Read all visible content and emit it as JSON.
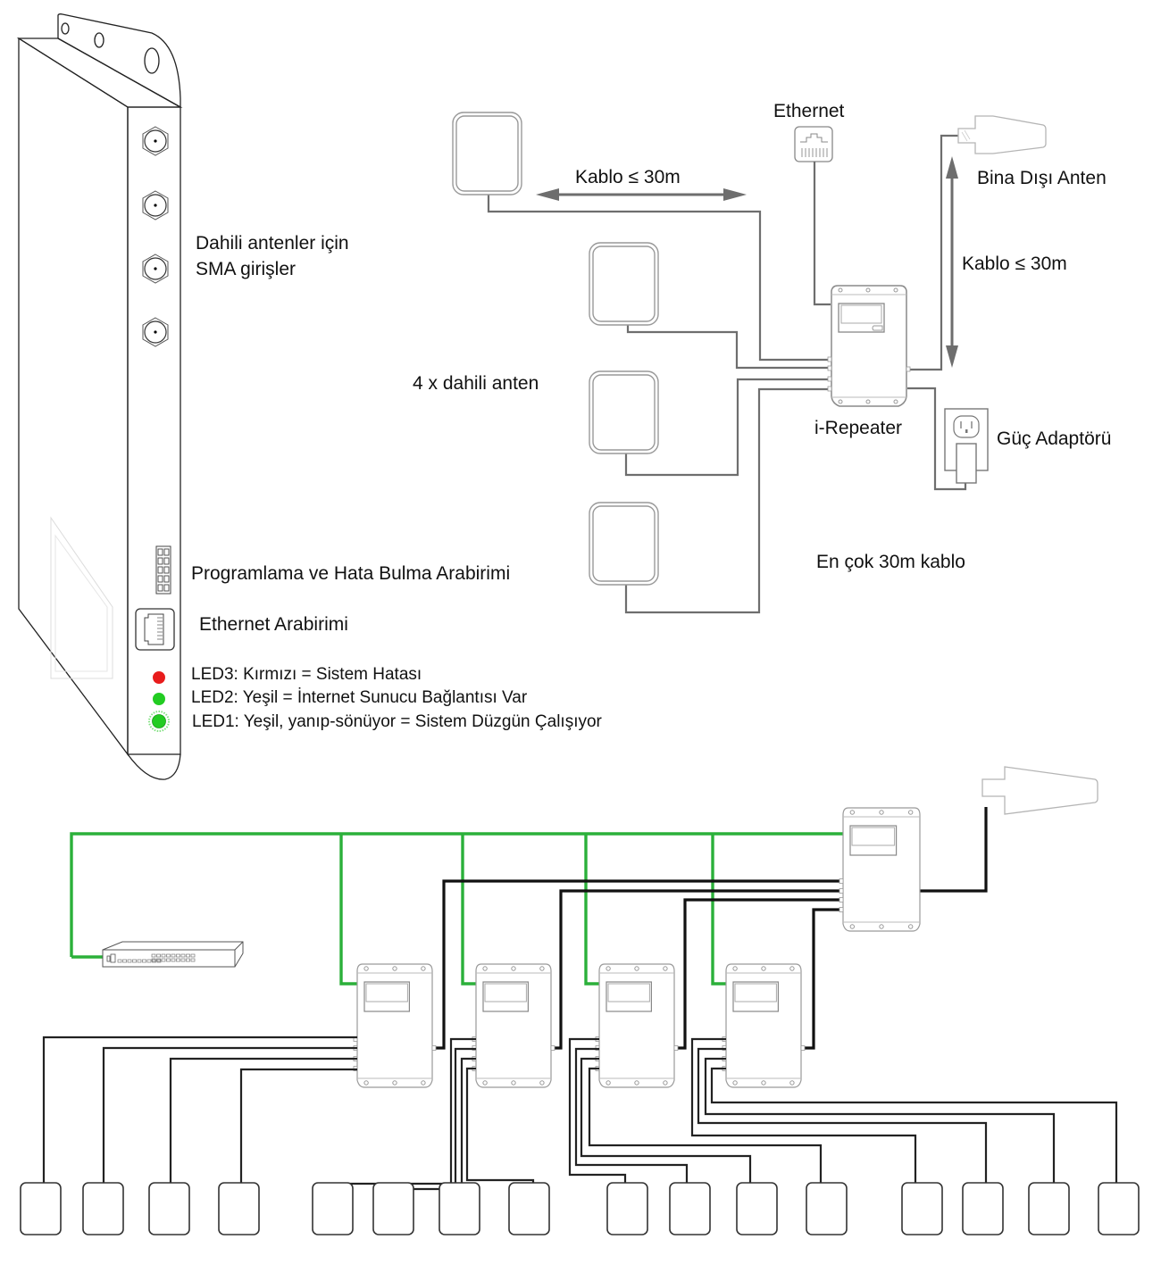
{
  "colors": {
    "led_red": "#e81c1c",
    "led_green": "#22cc22",
    "ethernet_cable": "#2bb03a",
    "rf_cable": "#111111",
    "top_cable": "#6e6e6e"
  },
  "device_labels": {
    "sma_inputs_line1": "Dahili antenler için",
    "sma_inputs_line2": "SMA girişler",
    "programming_interface": "Programlama ve Hata Bulma Arabirimi",
    "ethernet_interface": "Ethernet Arabirimi",
    "leds": [
      {
        "name": "LED3",
        "color": "red",
        "text": "LED3: Kırmızı = Sistem Hatası"
      },
      {
        "name": "LED2",
        "color": "green",
        "text": "LED2: Yeşil = İnternet Sunucu Bağlantısı Var"
      },
      {
        "name": "LED1",
        "color": "green-blinking",
        "text": "LED1: Yeşil, yanıp-sönüyor = Sistem Düzgün Çalışıyor"
      }
    ]
  },
  "connection_labels": {
    "ethernet": "Ethernet",
    "cable_horizontal": "Kablo ≤ 30m",
    "outdoor_antenna": "Bina Dışı Anten",
    "cable_vertical": "Kablo ≤ 30m",
    "internal_antennas": "4 x dahili anten",
    "repeater": "i-Repeater",
    "power_adapter": "Güç Adaptörü",
    "max_cable": "En çok 30m kablo"
  },
  "network": {
    "master_repeaters": 1,
    "slave_repeaters": 4,
    "antennas_per_repeater": 4,
    "total_indoor_antennas": 16
  }
}
